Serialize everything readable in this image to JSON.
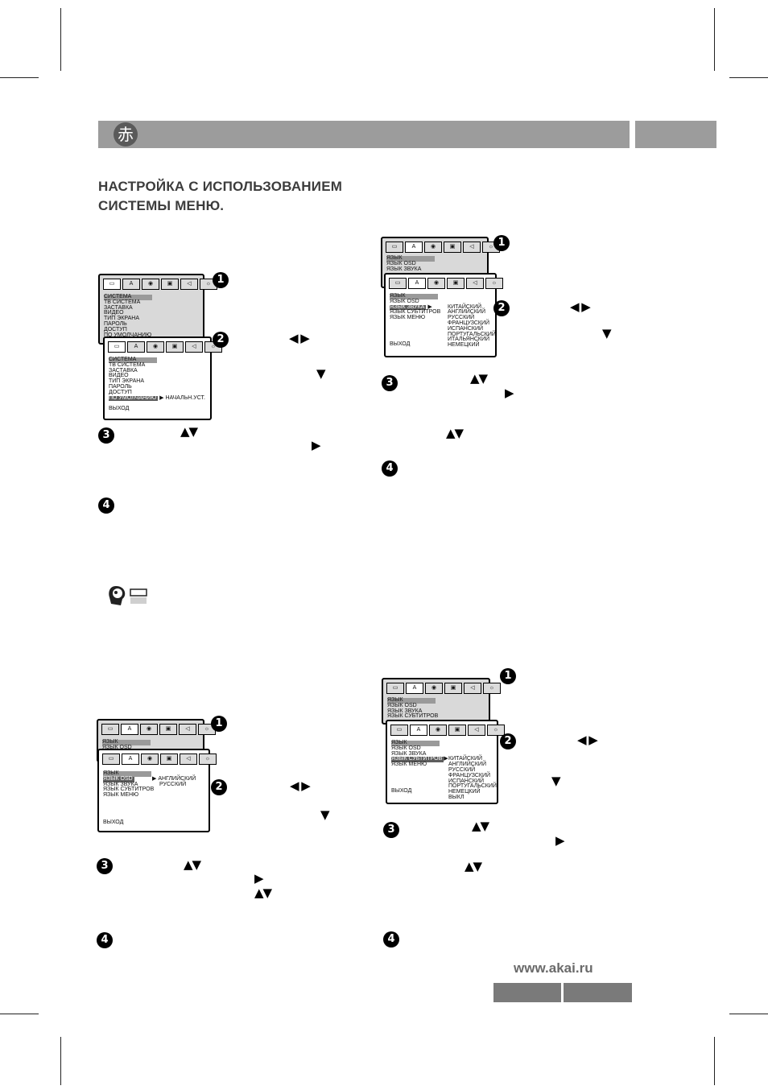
{
  "header": {
    "logo_glyph": "赤"
  },
  "title": {
    "line1": "НАСТРОЙКА С ИСПОЛЬЗОВАНИЕМ",
    "line2": "СИСТЕМЫ МЕНЮ."
  },
  "step_numbers": {
    "n1": "1",
    "n2": "2",
    "n3": "3",
    "n4": "4"
  },
  "arrows": {
    "left_right": "◀ ▶",
    "up_down": "▲▼",
    "down": "▼",
    "right": "▶"
  },
  "system_menu": {
    "items": [
      "СИСТЕМА",
      "ТВ СИСТЕМА",
      "ЗАСТАВКА",
      "ВИДЕО",
      "ТИП ЭКРАНА",
      "ПАРОЛЬ",
      "ДОСТУП",
      "ПО УМОЛЧАНИЮ"
    ],
    "default_option": "НАЧАЛЬН.УСТ.",
    "exit": "ВЫХОД"
  },
  "osd_menu": {
    "back_items": [
      "ЯЗЫК",
      "ЯЗЫК OSD"
    ],
    "items": [
      "ЯЗЫК",
      "ЯЗЫК OSD",
      "ЯЗЫК ЗВУКА",
      "ЯЗЫК СУБТИТРОВ",
      "ЯЗЫК МЕНЮ"
    ],
    "options": [
      "АНГЛИЙСКИЙ",
      "РУССКИЙ"
    ],
    "exit": "ВЫХОД"
  },
  "audio_menu": {
    "back_items": [
      "ЯЗЫК",
      "ЯЗЫК OSD",
      "ЯЗЫК ЗВУКА"
    ],
    "items": [
      "ЯЗЫК",
      "ЯЗЫК OSD",
      "ЯЗЫК ЗВУКА",
      "ЯЗЫК СУБТИТРОВ",
      "ЯЗЫК МЕНЮ"
    ],
    "options": [
      "КИТАЙСКИЙ",
      "АНГЛИЙСКИЙ",
      "РУССКИЙ",
      "ФРАНЦУЗСКИЙ",
      "ИСПАНСКИЙ",
      "ПОРТУГАЛЬСКИЙ",
      "ИТАЛЬЯНСКИЙ",
      "НЕМЕЦКИЙ"
    ],
    "exit": "ВЫХОД"
  },
  "subtitle_menu": {
    "back_items": [
      "ЯЗЫК",
      "ЯЗЫК OSD",
      "ЯЗЫК ЗВУКА",
      "ЯЗЫК СУБТИТРОВ"
    ],
    "items": [
      "ЯЗЫК",
      "ЯЗЫК OSD",
      "ЯЗЫК ЗВУКА",
      "ЯЗЫК СУБТИТРОВ",
      "ЯЗЫК МЕНЮ"
    ],
    "options": [
      "КИТАЙСКИЙ",
      "АНГЛИЙСКИЙ",
      "РУССКИЙ",
      "ФРАНЦУЗСКИЙ",
      "ИСПАНСКИЙ",
      "ПОРТУГАЛЬСКИЙ",
      "НЕМЕЦКИЙ",
      "ВЫКЛ"
    ],
    "exit": "ВЫХОД"
  },
  "footer": {
    "website": "www.akai.ru"
  },
  "colors": {
    "header_bar": "#9c9c9c",
    "footer_bar": "#7a7a7a",
    "highlight": "#5d5d5d"
  }
}
